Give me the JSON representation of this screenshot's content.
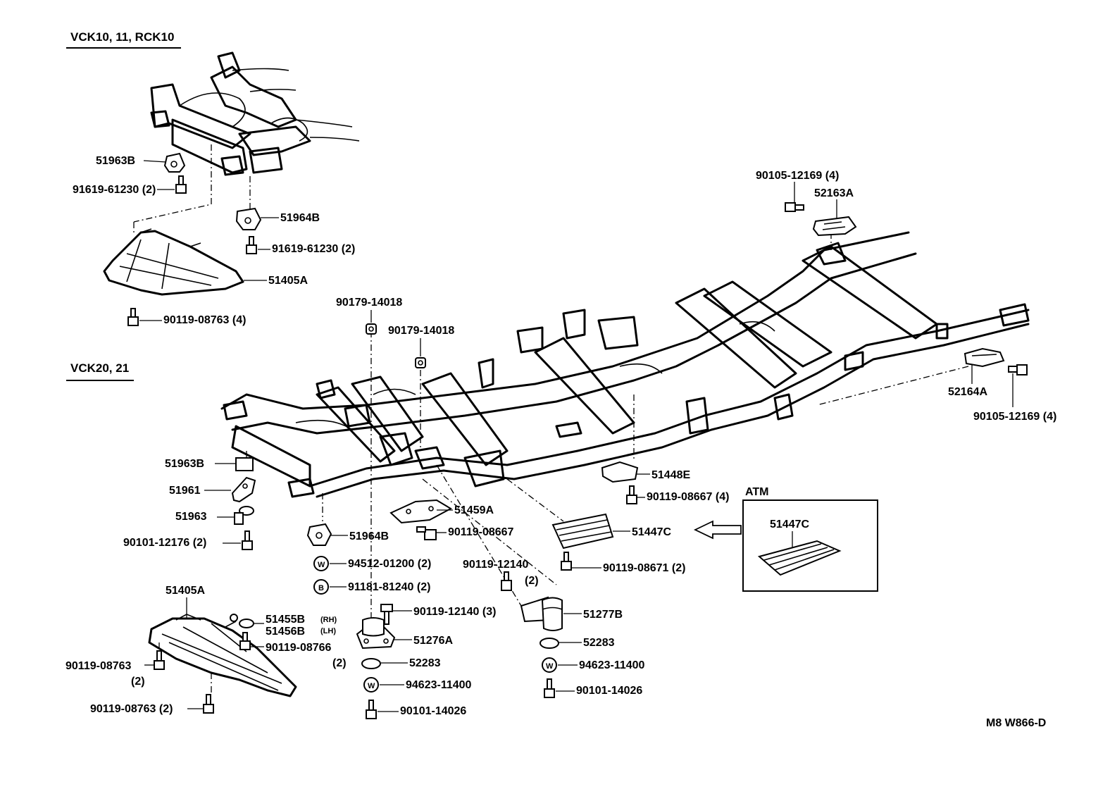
{
  "sections": {
    "top": "VCK10, 11, RCK10",
    "middle": "VCK20, 21",
    "atm": "ATM"
  },
  "drawing_code": "M8  W866-D",
  "labels": {
    "t_51963B": "51963B",
    "t_91619_a": "91619-61230 (2)",
    "t_51964B_a": "51964B",
    "t_91619_b": "91619-61230 (2)",
    "t_51405A_a": "51405A",
    "t_90119_08763_4": "90119-08763 (4)",
    "t_90179_a": "90179-14018",
    "t_90179_b": "90179-14018",
    "t_90105_a": "90105-12169 (4)",
    "t_52163A": "52163A",
    "t_52164A": "52164A",
    "t_90105_b": "90105-12169 (4)",
    "m_51963B": "51963B",
    "m_51961": "51961",
    "m_51963": "51963",
    "m_90101_12176": "90101-12176 (2)",
    "m_51964B": "51964B",
    "m_94512": "94512-01200 (2)",
    "m_91181": "91181-81240 (2)",
    "m_51459A": "51459A",
    "m_90119_08667": "90119-08667",
    "m_51448E": "51448E",
    "m_90119_08667_4": "90119-08667 (4)",
    "m_51447C": "51447C",
    "m_90119_08671": "90119-08671 (2)",
    "m_90119_12140_a": "90119-12140",
    "m_90119_12140_a2": "(2)",
    "m_90119_12140_3": "90119-12140 (3)",
    "m_51277B": "51277B",
    "m_52283_r": "52283",
    "m_94623_r": "94623-11400",
    "m_90101_14026_r": "90101-14026",
    "m_51276A": "51276A",
    "m_52283_l": "52283",
    "m_94623_l": "94623-11400",
    "m_90101_14026_l": "90101-14026",
    "m_51405A": "51405A",
    "m_51455B": "51455B",
    "m_51455B_side": "(RH)",
    "m_51456B": "51456B",
    "m_51456B_side": "(LH)",
    "m_90119_08766": "90119-08766",
    "m_90119_08766_2": "(2)",
    "m_90119_08763_a": "90119-08763",
    "m_90119_08763_a2": "(2)",
    "m_90119_08763_b": "90119-08763 (2)",
    "atm_51447C": "51447C"
  },
  "washer_marks": {
    "w": "W",
    "b": "B"
  }
}
